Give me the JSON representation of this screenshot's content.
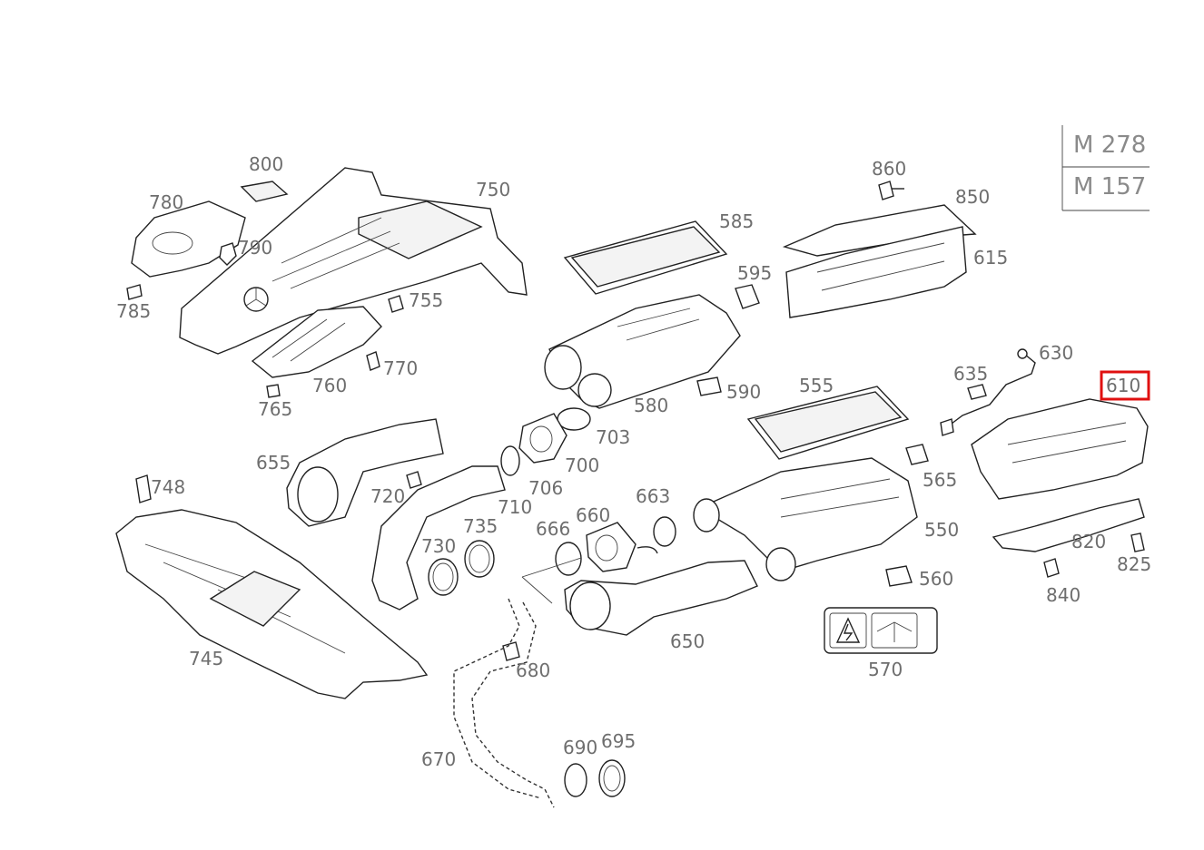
{
  "model_box": {
    "codes": [
      "M 278",
      "M 157"
    ]
  },
  "highlighted_label": "610",
  "labels": {
    "l800": "800",
    "l780": "780",
    "l790": "790",
    "l785": "785",
    "l750": "750",
    "l755": "755",
    "l770": "770",
    "l760": "760",
    "l765": "765",
    "l585": "585",
    "l595": "595",
    "l580": "580",
    "l590": "590",
    "l860": "860",
    "l850": "850",
    "l615": "615",
    "l630": "630",
    "l635": "635",
    "l610": "610",
    "l555": "555",
    "l565": "565",
    "l703": "703",
    "l700": "700",
    "l706": "706",
    "l710": "710",
    "l655": "655",
    "l720": "720",
    "l748": "748",
    "l735": "735",
    "l730": "730",
    "l666": "666",
    "l660": "660",
    "l663": "663",
    "l550": "550",
    "l560": "560",
    "l820": "820",
    "l825": "825",
    "l840": "840",
    "l745": "745",
    "l650": "650",
    "l680": "680",
    "l570": "570",
    "l670": "670",
    "l690": "690",
    "l695": "695"
  }
}
